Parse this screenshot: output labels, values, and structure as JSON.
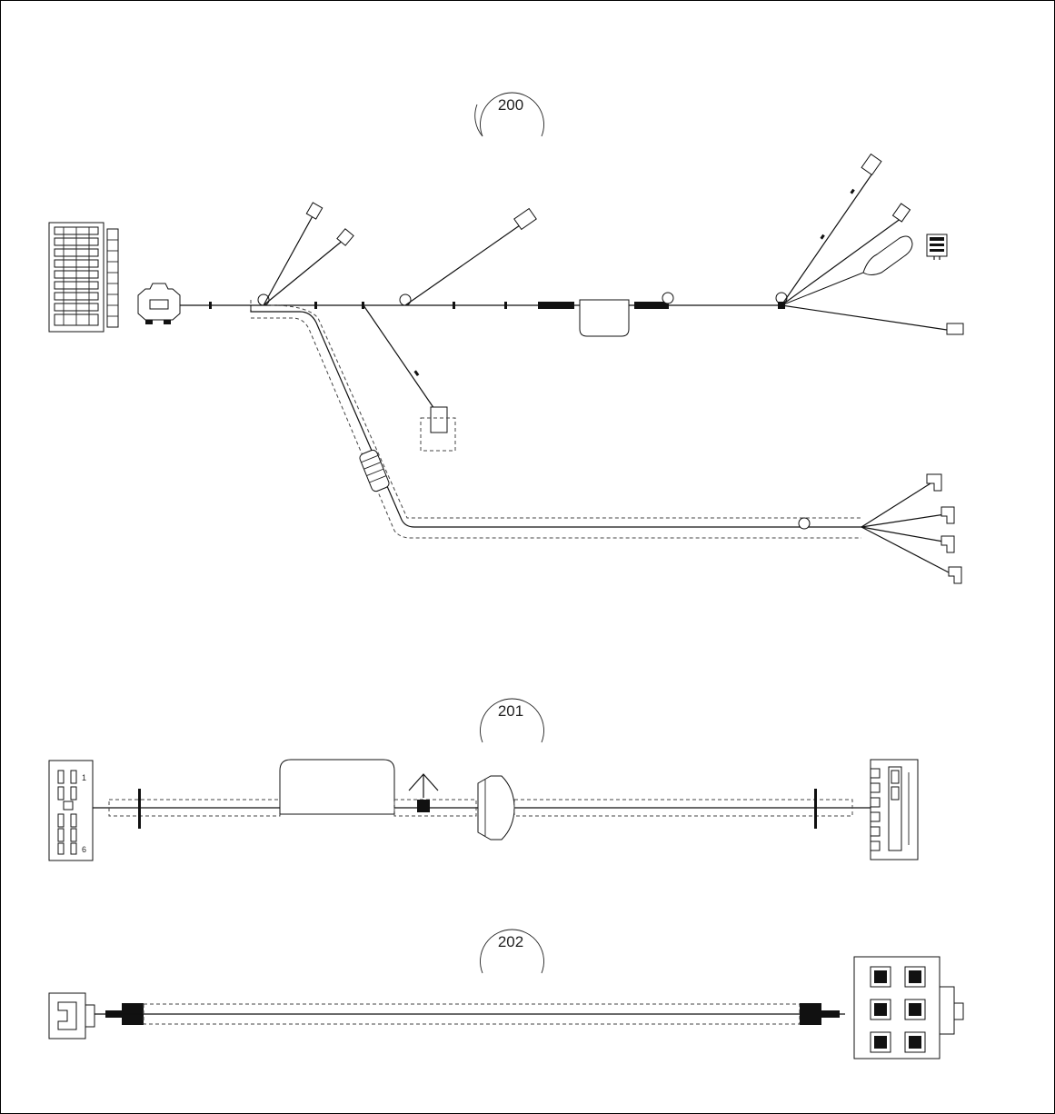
{
  "diagram": {
    "callouts": [
      {
        "id": "callout-200",
        "label": "200"
      },
      {
        "id": "callout-201",
        "label": "201"
      },
      {
        "id": "callout-202",
        "label": "202"
      }
    ],
    "connector_201_left": {
      "pin_first": "1",
      "pin_last": "6"
    },
    "colors": {
      "line": "#111111",
      "dashed": "#444444",
      "background": "#ffffff"
    }
  }
}
